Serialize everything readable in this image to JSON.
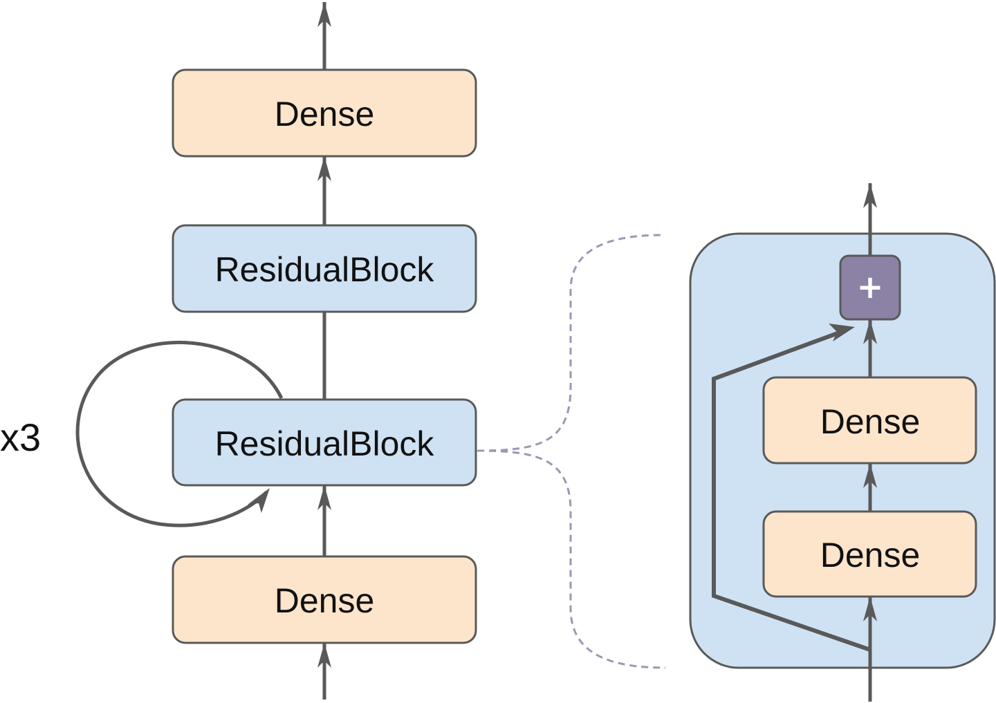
{
  "main_stack": {
    "top_dense": "Dense",
    "residual_block_upper": "ResidualBlock",
    "residual_block_lower": "ResidualBlock",
    "bottom_dense": "Dense",
    "repeat_label": "x3"
  },
  "detail_block": {
    "add_symbol": "+",
    "dense_upper": "Dense",
    "dense_lower": "Dense"
  },
  "colors": {
    "dense_fill": "#fde5cc",
    "residual_fill": "#cfe2f3",
    "add_fill": "#8c82a6",
    "stroke": "#595959",
    "dashed": "#9a98b3"
  }
}
